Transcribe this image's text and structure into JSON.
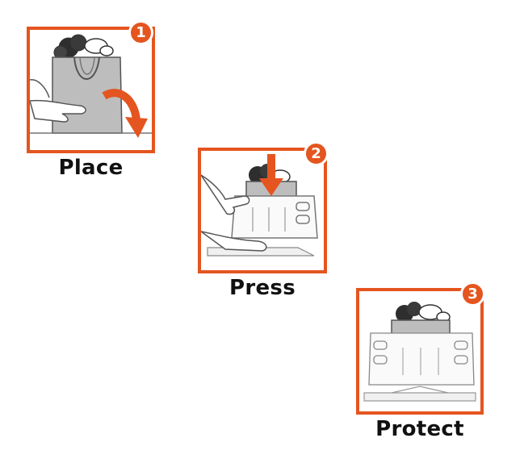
{
  "colors": {
    "accent": "#e4551f",
    "line_art": "#555555",
    "label_text": "#111111"
  },
  "steps": [
    {
      "number": "1",
      "label": "Place",
      "icon": "hands-placing-bag-illustration"
    },
    {
      "number": "2",
      "label": "Press",
      "icon": "hands-pressing-bag-into-holder-illustration"
    },
    {
      "number": "3",
      "label": "Protect",
      "icon": "bag-secured-in-holder-illustration"
    }
  ]
}
